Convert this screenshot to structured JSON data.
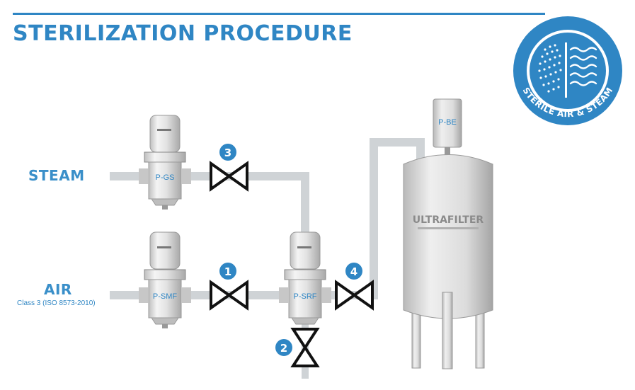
{
  "title": "STERILIZATION PROCEDURE",
  "colors": {
    "accent": "#2f86c4",
    "pipe": "#cfd3d6",
    "valve": "#111111",
    "vessel": "#dcdcdc"
  },
  "lines": {
    "steam": {
      "label": "STEAM"
    },
    "air": {
      "label": "AIR",
      "sublabel": "Class 3 (ISO 8573-2010)"
    }
  },
  "filters": {
    "pgs": "P-GS",
    "psmf": "P-SMF",
    "psrf": "P-SRF",
    "pbe": "P-BE"
  },
  "valves": [
    "1",
    "2",
    "3",
    "4"
  ],
  "vessel": {
    "brand": "ULTRAFILTER"
  },
  "logo": {
    "text": "STERILE AIR & STEAM",
    "icon": "sterile-air-steam-logo"
  }
}
